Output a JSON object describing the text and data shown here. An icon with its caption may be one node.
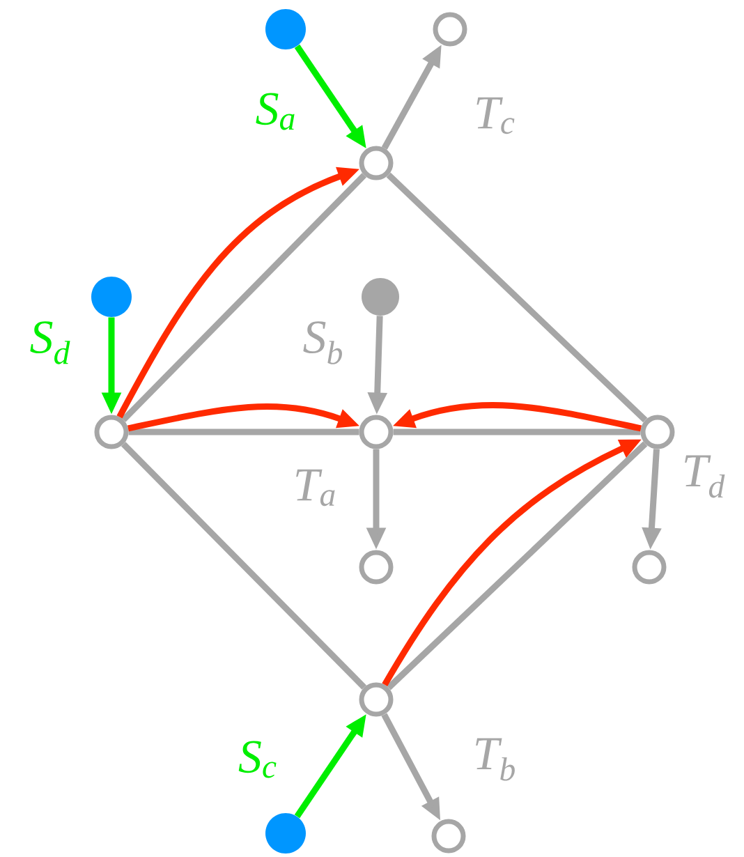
{
  "diagram": {
    "nodes": [
      {
        "text": [],
        "shape": "circle"
      },
      {
        "text": [],
        "shape": "circle"
      },
      {
        "text": [],
        "shape": "circle"
      },
      {
        "text": [],
        "shape": "circle"
      },
      {
        "text": [],
        "shape": "circle"
      },
      {
        "text": [],
        "shape": "circle"
      },
      {
        "text": [],
        "shape": "circle"
      },
      {
        "text": [],
        "shape": "circle"
      },
      {
        "text": [],
        "shape": "circle"
      },
      {
        "text": [],
        "shape": "circle"
      },
      {
        "text": [],
        "shape": "circle"
      },
      {
        "text": [],
        "shape": "circle"
      },
      {
        "text": [],
        "shape": "circle"
      }
    ],
    "edges": [
      {
        "from": 0,
        "to": 2,
        "arrow": "to",
        "label": "S$_{a}$",
        "color": "#00ee00"
      },
      {
        "from": 2,
        "to": 1,
        "arrow": "to",
        "label": "T$_{c}$"
      },
      {
        "from": 3,
        "to": 5,
        "arrow": "to",
        "label": "S$_{d}$",
        "color": "#00ee00"
      },
      {
        "from": 4,
        "to": 6,
        "arrow": "to",
        "label": "S$_{b}$"
      },
      {
        "from": 6,
        "to": 8,
        "arrow": "to",
        "label": "T$_{a}$"
      },
      {
        "from": 7,
        "to": 9,
        "arrow": "to",
        "label": "T$_{d}$"
      },
      {
        "from": 11,
        "to": 10,
        "arrow": "to",
        "label": "S$_{c}$",
        "color": "#00ee00"
      },
      {
        "from": 10,
        "to": 12,
        "arrow": "to",
        "label": "T$_{b}$"
      },
      {
        "from": 5,
        "to": 2,
        "arrow": "none"
      },
      {
        "from": 2,
        "to": 7,
        "arrow": "none"
      },
      {
        "from": 5,
        "to": 6,
        "arrow": "none"
      },
      {
        "from": 6,
        "to": 7,
        "arrow": "none"
      },
      {
        "from": 5,
        "to": 10,
        "arrow": "none"
      },
      {
        "from": 10,
        "to": 7,
        "arrow": "none"
      },
      {
        "from": 5,
        "to": 2,
        "arrow": "to",
        "color": "#ff2a00"
      },
      {
        "from": 5,
        "to": 6,
        "arrow": "to",
        "color": "#ff2a00"
      },
      {
        "from": 7,
        "to": 6,
        "arrow": "to",
        "color": "#ff2a00"
      },
      {
        "from": 10,
        "to": 7,
        "arrow": "to",
        "color": "#ff2a00"
      }
    ]
  }
}
